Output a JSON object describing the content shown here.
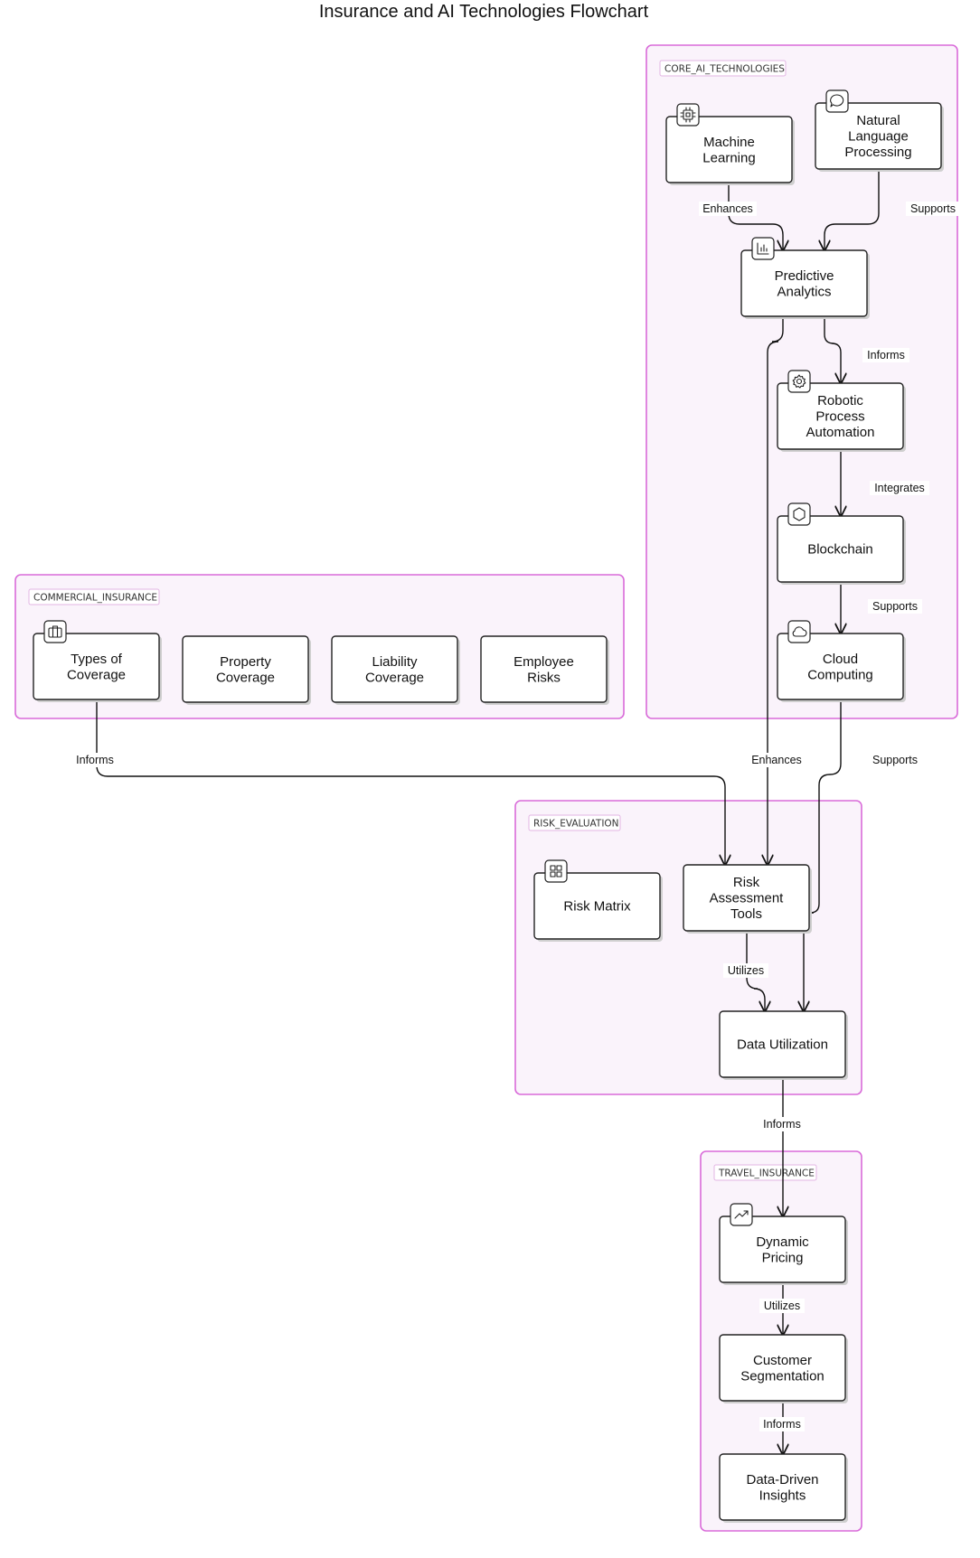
{
  "title": "Insurance and AI Technologies Flowchart",
  "clusters": {
    "core": "CORE_AI_TECHNOLOGIES",
    "commercial": "COMMERCIAL_INSURANCE",
    "risk": "RISK_EVALUATION",
    "travel": "TRAVEL_INSURANCE"
  },
  "nodes": {
    "ml": [
      "Machine",
      "Learning"
    ],
    "nlp": [
      "Natural",
      "Language",
      "Processing"
    ],
    "pa": [
      "Predictive",
      "Analytics"
    ],
    "rpa": [
      "Robotic",
      "Process",
      "Automation"
    ],
    "bc": [
      "Blockchain"
    ],
    "cc": [
      "Cloud",
      "Computing"
    ],
    "toc": [
      "Types of",
      "Coverage"
    ],
    "prop": [
      "Property",
      "Coverage"
    ],
    "liab": [
      "Liability",
      "Coverage"
    ],
    "emp": [
      "Employee",
      "Risks"
    ],
    "rm": [
      "Risk Matrix"
    ],
    "rat": [
      "Risk",
      "Assessment",
      "Tools"
    ],
    "du": [
      "Data Utilization"
    ],
    "dp": [
      "Dynamic",
      "Pricing"
    ],
    "cs": [
      "Customer",
      "Segmentation"
    ],
    "ddi": [
      "Data-Driven",
      "Insights"
    ]
  },
  "icons": {
    "ml": "cpu-icon",
    "nlp": "chat-bubble-icon",
    "pa": "bar-chart-icon",
    "rpa": "gear-icon",
    "bc": "hexagon-icon",
    "cc": "cloud-icon",
    "toc": "briefcase-icon",
    "rm": "grid-icon",
    "dp": "trending-up-icon"
  },
  "edges": {
    "ml_pa": "Enhances",
    "nlp_pa": "Supports",
    "pa_rpa": "Informs",
    "rpa_bc": "Integrates",
    "bc_cc": "Supports",
    "toc_rat": "Informs",
    "pa_rat": "Enhances",
    "cc_du": "Supports",
    "rat_du": "Utilizes",
    "du_dp": "Informs",
    "dp_cs": "Utilizes",
    "cs_ddi": "Informs"
  },
  "colors": {
    "cluster_border": "#d96bd9",
    "cluster_fill": "#faf3fb",
    "node_border": "#222222"
  }
}
